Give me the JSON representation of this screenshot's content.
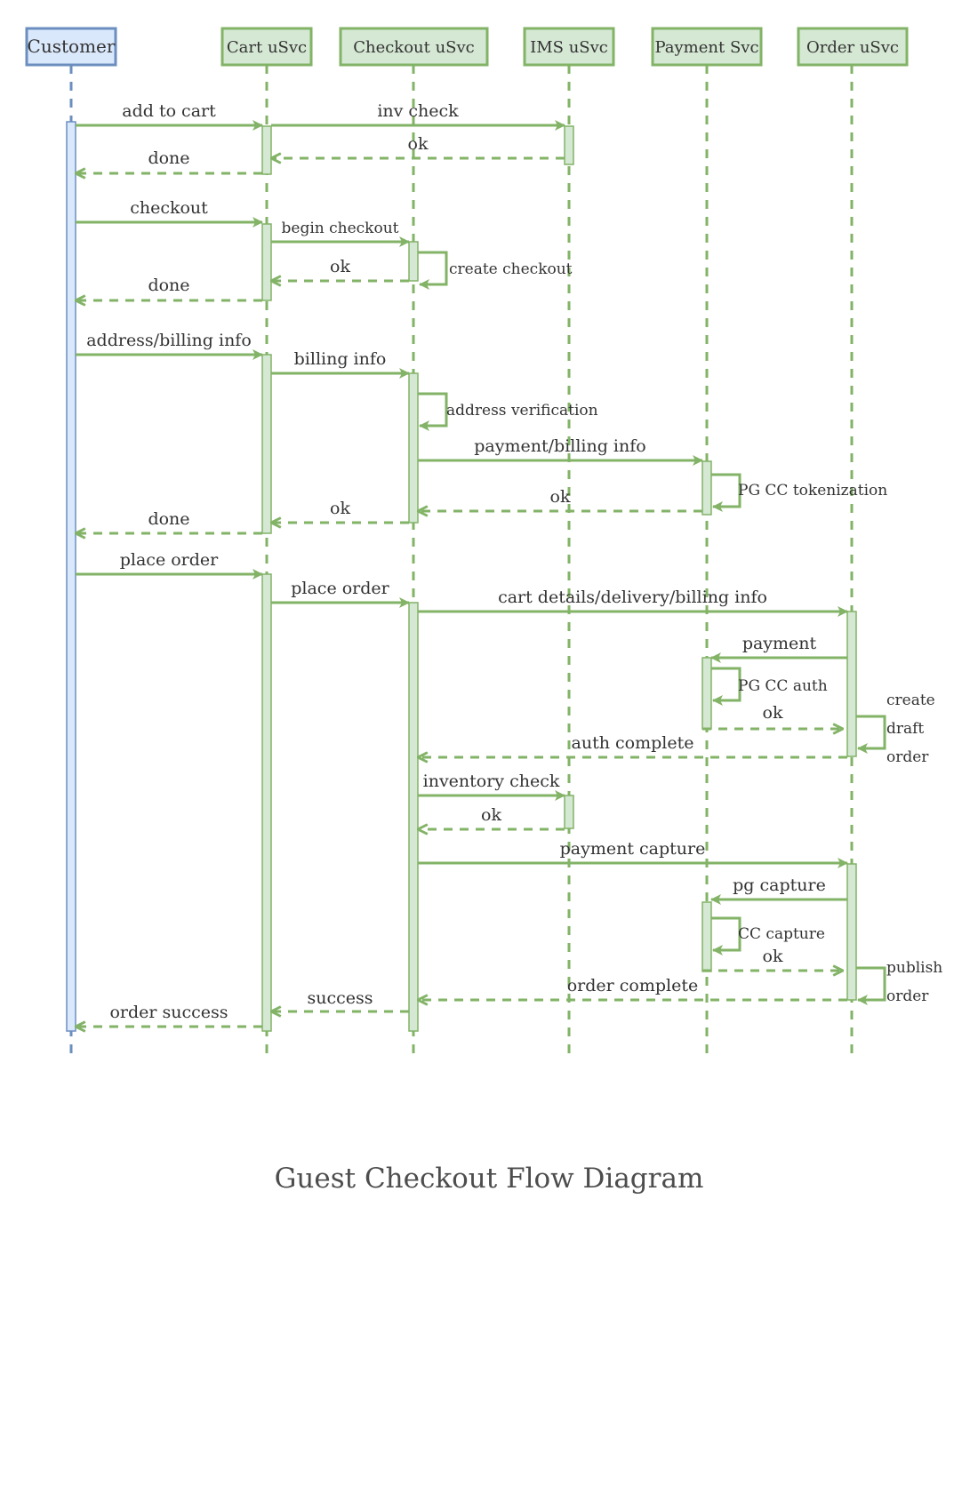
{
  "caption": "Guest Checkout Flow Diagram",
  "colors": {
    "green_stroke": "#82b366",
    "green_fill": "#d5e8d4",
    "blue_stroke": "#6c8ebf",
    "blue_fill": "#dae8fc",
    "text": "#333333"
  },
  "actors": [
    {
      "name": "Customer",
      "color": "blue"
    },
    {
      "name": "Cart uSvc",
      "color": "green"
    },
    {
      "name": "Checkout uSvc",
      "color": "green"
    },
    {
      "name": "IMS uSvc",
      "color": "green"
    },
    {
      "name": "Payment Svc",
      "color": "green"
    },
    {
      "name": "Order uSvc",
      "color": "green"
    }
  ],
  "messages": [
    {
      "label": "add to cart",
      "kind": "call"
    },
    {
      "label": "inv check",
      "kind": "call"
    },
    {
      "label": "ok",
      "kind": "return"
    },
    {
      "label": "done",
      "kind": "return"
    },
    {
      "label": "checkout",
      "kind": "call"
    },
    {
      "label": "begin checkout",
      "kind": "call"
    },
    {
      "label": "create checkout",
      "kind": "self"
    },
    {
      "label": "ok",
      "kind": "return"
    },
    {
      "label": "done",
      "kind": "return"
    },
    {
      "label": "address/billing info",
      "kind": "call"
    },
    {
      "label": "billing info",
      "kind": "call"
    },
    {
      "label": "address verification",
      "kind": "self"
    },
    {
      "label": "payment/billing info",
      "kind": "call"
    },
    {
      "label": "PG CC tokenization",
      "kind": "self"
    },
    {
      "label": "ok",
      "kind": "return"
    },
    {
      "label": "ok",
      "kind": "return"
    },
    {
      "label": "done",
      "kind": "return"
    },
    {
      "label": "place order",
      "kind": "call"
    },
    {
      "label": "place order",
      "kind": "call"
    },
    {
      "label": "cart details/delivery/billing info",
      "kind": "call"
    },
    {
      "label": "payment",
      "kind": "call"
    },
    {
      "label": "PG CC auth",
      "kind": "self"
    },
    {
      "label": "ok",
      "kind": "return"
    },
    {
      "label": "create draft order",
      "kind": "self",
      "lines": [
        "create",
        "draft",
        "order"
      ]
    },
    {
      "label": "auth complete",
      "kind": "return"
    },
    {
      "label": "inventory check",
      "kind": "call"
    },
    {
      "label": "ok",
      "kind": "return"
    },
    {
      "label": "payment capture",
      "kind": "call"
    },
    {
      "label": "pg capture",
      "kind": "call"
    },
    {
      "label": "CC capture",
      "kind": "self"
    },
    {
      "label": "ok",
      "kind": "return"
    },
    {
      "label": "publish order",
      "kind": "self",
      "lines": [
        "publish",
        "order"
      ]
    },
    {
      "label": "order complete",
      "kind": "return"
    },
    {
      "label": "success",
      "kind": "return"
    },
    {
      "label": "order success",
      "kind": "return"
    }
  ]
}
